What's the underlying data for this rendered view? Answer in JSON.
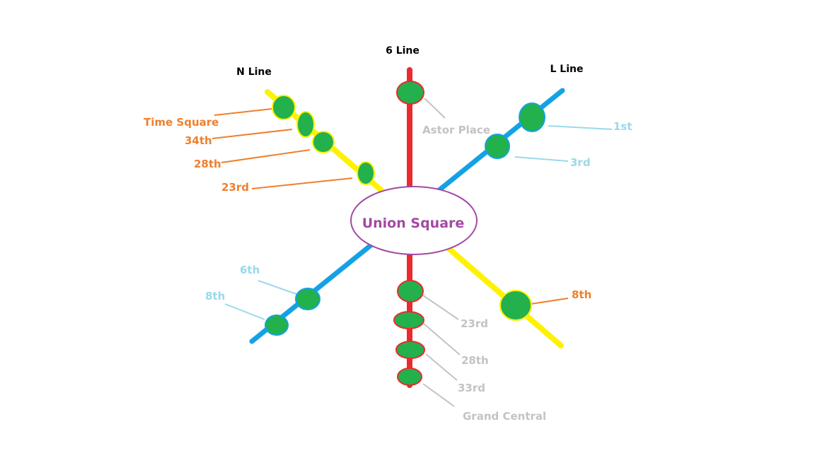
{
  "colors": {
    "six_line": "#ea2a2f",
    "n_line": "#fff200",
    "l_line": "#14a2e4",
    "station_fill": "#22b14c",
    "hub": "#a349a4",
    "n_label": "#f07f2d",
    "l_label": "#99d9ea",
    "six_label": "#c3c3c3"
  },
  "hub": {
    "label": "Union Square"
  },
  "lines": {
    "six": {
      "title": "6 Line",
      "stations_north": [
        "Astor Place"
      ],
      "stations_south": [
        "23rd",
        "28th",
        "33rd",
        "Grand Central"
      ]
    },
    "n": {
      "title": "N Line",
      "stations_north": [
        "Time Square",
        "34th",
        "28th",
        "23rd"
      ],
      "stations_south": [
        "8th"
      ]
    },
    "l": {
      "title": "L Line",
      "stations_north": [
        "1st",
        "3rd"
      ],
      "stations_south": [
        "6th",
        "8th"
      ]
    }
  }
}
